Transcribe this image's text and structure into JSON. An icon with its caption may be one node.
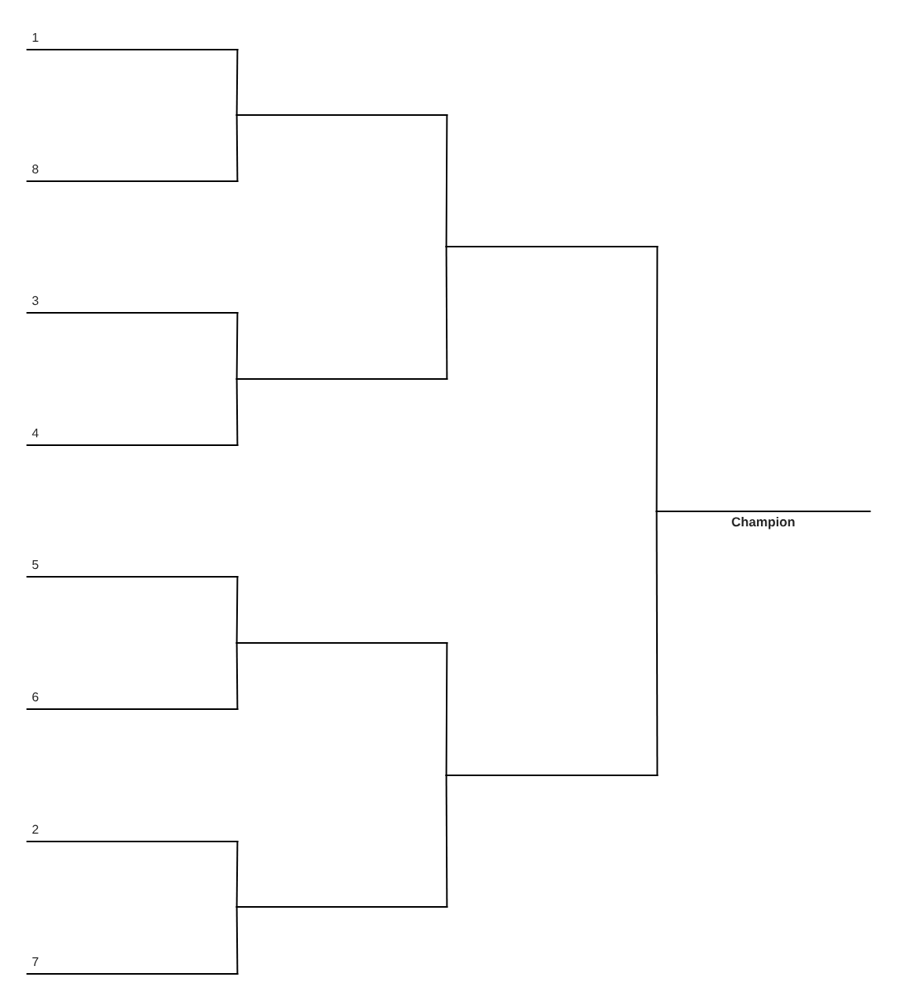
{
  "diagram": {
    "nodes": [
      {
        "text": [
          "1"
        ]
      },
      {
        "text": [
          "8"
        ]
      },
      {
        "text": [
          "3"
        ]
      },
      {
        "text": [
          "4"
        ]
      },
      {
        "text": [
          "5"
        ]
      },
      {
        "text": [
          "6"
        ]
      },
      {
        "text": [
          "2"
        ]
      },
      {
        "text": [
          "7"
        ]
      },
      {
        "text": [],
        "shape": "line"
      },
      {
        "text": [],
        "shape": "line"
      },
      {
        "text": [],
        "shape": "line"
      },
      {
        "text": [],
        "shape": "line"
      },
      {
        "text": [],
        "shape": "line"
      },
      {
        "text": [],
        "shape": "line"
      },
      {
        "text": [
          "Champion"
        ]
      }
    ],
    "edges": [
      {
        "from": 0,
        "to": 8,
        "arrow": "none"
      },
      {
        "from": 1,
        "to": 8,
        "arrow": "none"
      },
      {
        "from": 2,
        "to": 9,
        "arrow": "none"
      },
      {
        "from": 3,
        "to": 9,
        "arrow": "none"
      },
      {
        "from": 4,
        "to": 10,
        "arrow": "none"
      },
      {
        "from": 5,
        "to": 10,
        "arrow": "none"
      },
      {
        "from": 6,
        "to": 11,
        "arrow": "none"
      },
      {
        "from": 7,
        "to": 11,
        "arrow": "none"
      },
      {
        "from": 8,
        "to": 12,
        "arrow": "none"
      },
      {
        "from": 9,
        "to": 12,
        "arrow": "none"
      },
      {
        "from": 10,
        "to": 13,
        "arrow": "none"
      },
      {
        "from": 11,
        "to": 13,
        "arrow": "none"
      },
      {
        "from": 12,
        "to": 14,
        "arrow": "none"
      },
      {
        "from": 13,
        "to": 14,
        "arrow": "none"
      }
    ]
  }
}
